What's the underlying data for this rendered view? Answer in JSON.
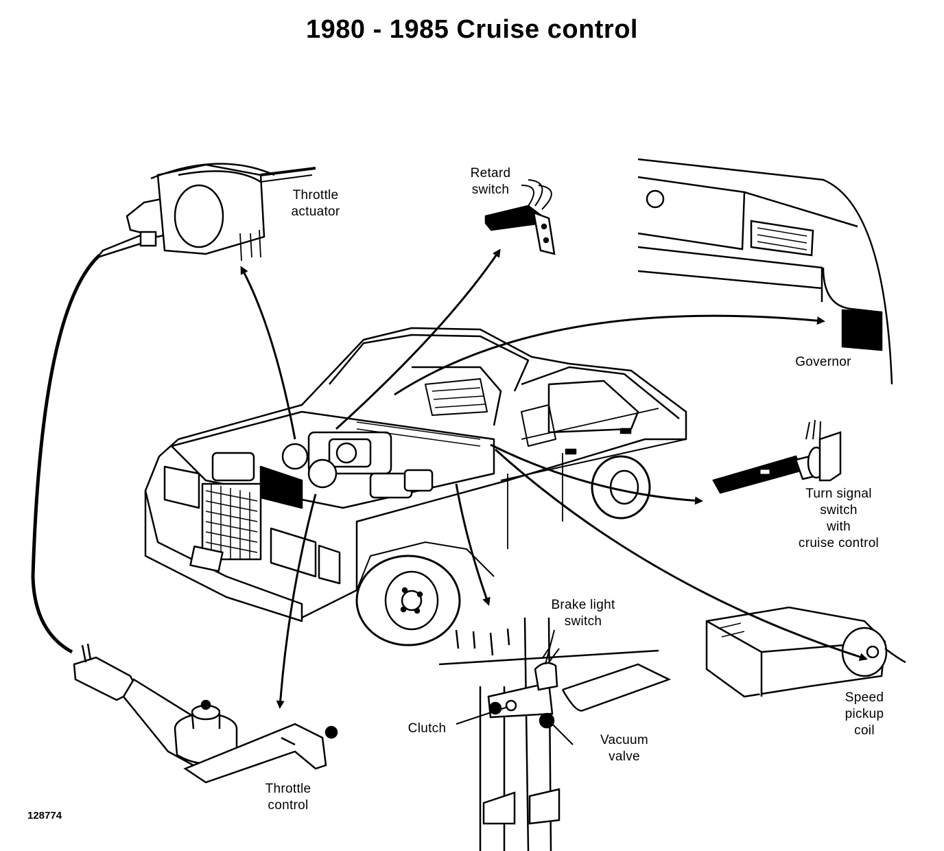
{
  "title": "1980 - 1985 Cruise control",
  "figure_number": "128774",
  "labels": {
    "throttle_actuator": "Throttle\nactuator",
    "retard_switch": "Retard\nswitch",
    "governor": "Governor",
    "turn_signal_switch": "Turn signal\nswitch\nwith\ncruise control",
    "brake_light_switch": "Brake light\nswitch",
    "speed_pickup_coil": "Speed\npickup\ncoil",
    "clutch": "Clutch",
    "vacuum_valve": "Vacuum\nvalve",
    "throttle_control": "Throttle\ncontrol"
  }
}
